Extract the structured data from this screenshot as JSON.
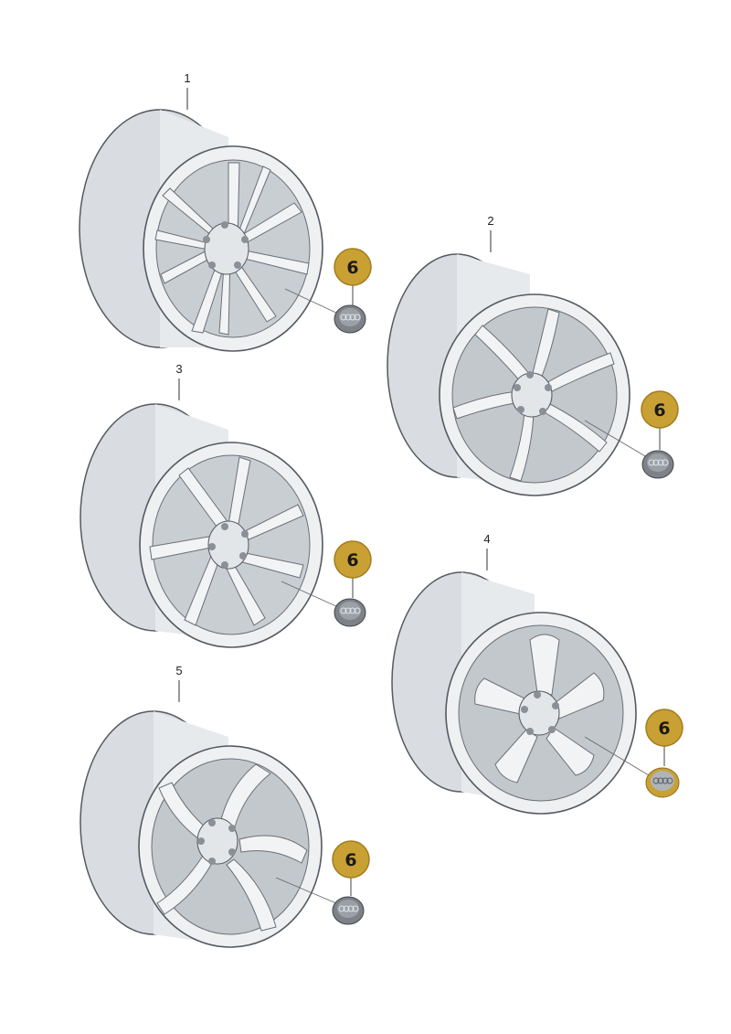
{
  "wheels": [
    {
      "number": "1",
      "callout": "6"
    },
    {
      "number": "2",
      "callout": "6"
    },
    {
      "number": "3",
      "callout": "6"
    },
    {
      "number": "4",
      "callout": "6"
    },
    {
      "number": "5",
      "callout": "6"
    }
  ],
  "colors": {
    "badge_fill": "#c9a033",
    "badge_stroke": "#a07d1e",
    "cap_dark": "#7d8288",
    "cap_gold": "#c9a033",
    "wheel_fill": "#eef0f2",
    "wheel_shade": "#c3c8cd",
    "line": "#555a60"
  }
}
